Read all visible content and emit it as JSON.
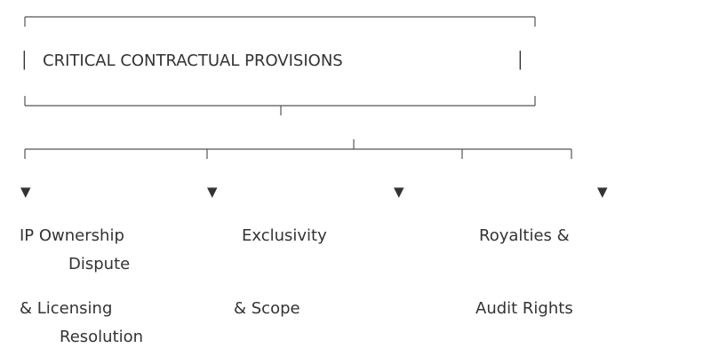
{
  "title": {
    "text": "CRITICAL CONTRACTUAL PROVISIONS",
    "left_bar": "│",
    "right_bar": "│"
  },
  "arrows": [
    "▼",
    "▼",
    "▼",
    "▼"
  ],
  "branches": [
    {
      "line1": "IP Ownership",
      "line2": "Dispute",
      "line3": "& Licensing",
      "line4": "Resolution"
    },
    {
      "line1": "Exclusivity",
      "line3": "& Scope"
    },
    {
      "line1": "Royalties &",
      "line3": "Audit Rights"
    }
  ],
  "colors": {
    "line": "#555555",
    "text": "#333333"
  }
}
